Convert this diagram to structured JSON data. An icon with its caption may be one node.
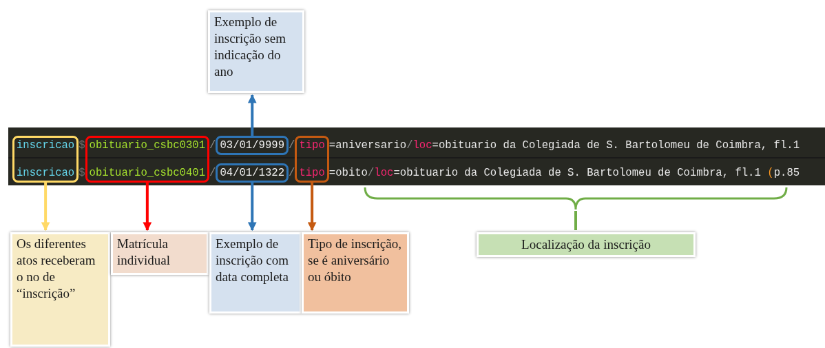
{
  "diagram": {
    "nodes": [
      {
        "text": [
          "inscricao",
          "inscricao"
        ]
      },
      {
        "text": [
          "obituario_csbc0301",
          "obituario_csbc0401"
        ]
      },
      {
        "text": [
          "03/01/9999"
        ]
      },
      {
        "text": [
          "04/01/1322"
        ]
      },
      {
        "text": [
          "tipo",
          "tipo"
        ]
      },
      {
        "text": [
          "Exemplo de inscrição sem indicação do ano"
        ]
      },
      {
        "text": [
          "Os diferentes atos receberam o no de “inscrição”"
        ]
      },
      {
        "text": [
          "Matrícula individual"
        ]
      },
      {
        "text": [
          "Exemplo de inscrição com data completa"
        ]
      },
      {
        "text": [
          "Tipo de inscrição, se é aniversário ou óbito"
        ]
      },
      {
        "text": [],
        "shape": "brace"
      },
      {
        "text": [
          "Localização da inscrição"
        ]
      }
    ],
    "edges": [
      {
        "from": 2,
        "to": 5,
        "arrow": "to",
        "color": "#2e75b6"
      },
      {
        "from": 0,
        "to": 6,
        "arrow": "to",
        "color": "#ffd966"
      },
      {
        "from": 1,
        "to": 7,
        "arrow": "to",
        "color": "#ff0000"
      },
      {
        "from": 3,
        "to": 8,
        "arrow": "to",
        "color": "#2e75b6"
      },
      {
        "from": 4,
        "to": 9,
        "arrow": "to",
        "color": "#c55a11"
      },
      {
        "from": 10,
        "to": 11,
        "arrow": "none",
        "color": "#70ad47"
      }
    ],
    "labels": [
      "$",
      "/",
      "/",
      "=aniversario",
      "/",
      "loc",
      "=obituario da Colegiada de S. Bartolomeu de Coimbra, fl.1",
      "$",
      "/",
      "/",
      "=obito",
      "/",
      "loc",
      "=obituario da Colegiada de S. Bartolomeu de Coimbra, fl.1",
      "(",
      "p.85"
    ]
  }
}
